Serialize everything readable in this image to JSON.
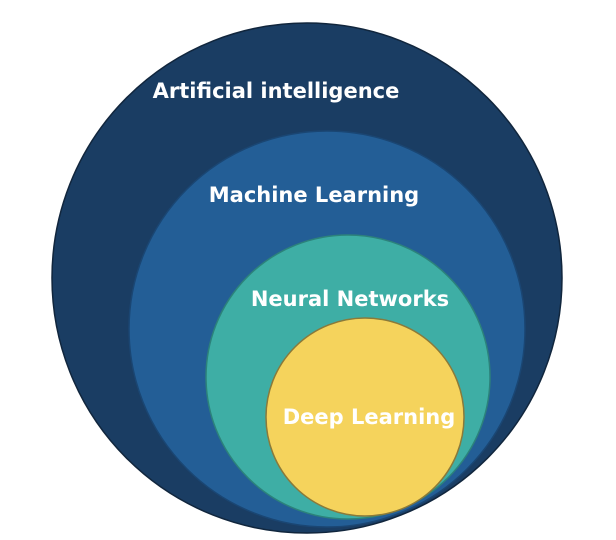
{
  "diagram": {
    "layers": [
      {
        "label": "Artificial intelligence",
        "color": "#1a3d63"
      },
      {
        "label": "Machine Learning",
        "color": "#235e96"
      },
      {
        "label": "Neural Networks",
        "color": "#3eaea5"
      },
      {
        "label": "Deep Learning",
        "color": "#f5d35c"
      }
    ]
  }
}
